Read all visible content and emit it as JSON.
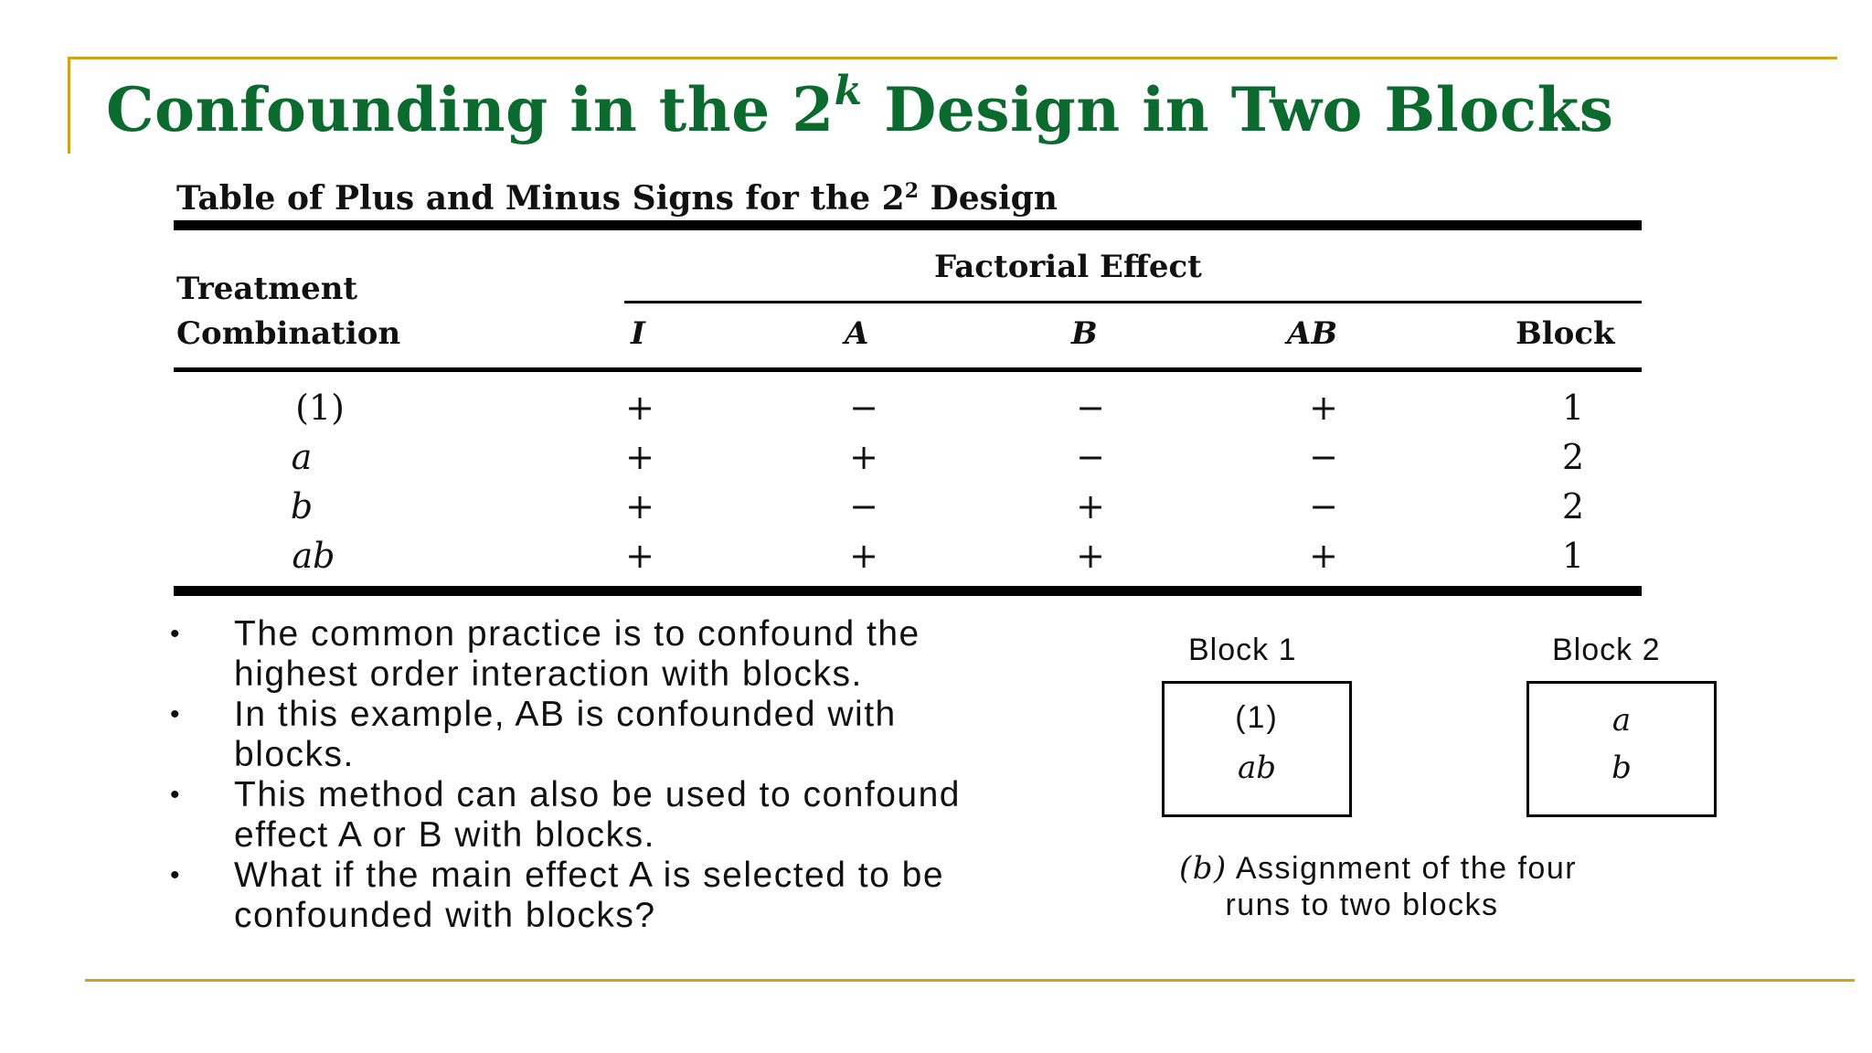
{
  "slide": {
    "title_prefix": "Confounding in the 2",
    "title_exponent": "k",
    "title_suffix": " Design in Two Blocks"
  },
  "table": {
    "caption_prefix": "Table of Plus and Minus Signs for the 2",
    "caption_exponent": "2",
    "caption_suffix": " Design",
    "row_header_line1": "Treatment",
    "row_header_line2": "Combination",
    "group_header": "Factorial Effect",
    "columns": [
      "I",
      "A",
      "B",
      "AB",
      "Block"
    ],
    "rows": [
      {
        "combination": "(1)",
        "values": [
          "+",
          "−",
          "−",
          "+",
          "1"
        ]
      },
      {
        "combination": "a",
        "values": [
          "+",
          "+",
          "−",
          "−",
          "2"
        ]
      },
      {
        "combination": "b",
        "values": [
          "+",
          "−",
          "+",
          "−",
          "2"
        ]
      },
      {
        "combination": "ab",
        "values": [
          "+",
          "+",
          "+",
          "+",
          "1"
        ]
      }
    ]
  },
  "bullets": [
    "The common practice is to confound the highest order interaction with blocks.",
    "In this example, AB is confounded with blocks.",
    "This method can also be used to confound effect A or B with blocks.",
    "What if the main effect A is selected to be confounded with blocks?"
  ],
  "figure": {
    "block1_label": "Block 1",
    "block1_entries": [
      "(1)",
      "ab"
    ],
    "block2_label": "Block 2",
    "block2_entries": [
      "a",
      "b"
    ],
    "caption_tag": "(b)",
    "caption_line1": " Assignment of the four",
    "caption_line2": "runs to two blocks"
  },
  "colors": {
    "title": "#0b6b2e",
    "rule": "#d4a020"
  }
}
